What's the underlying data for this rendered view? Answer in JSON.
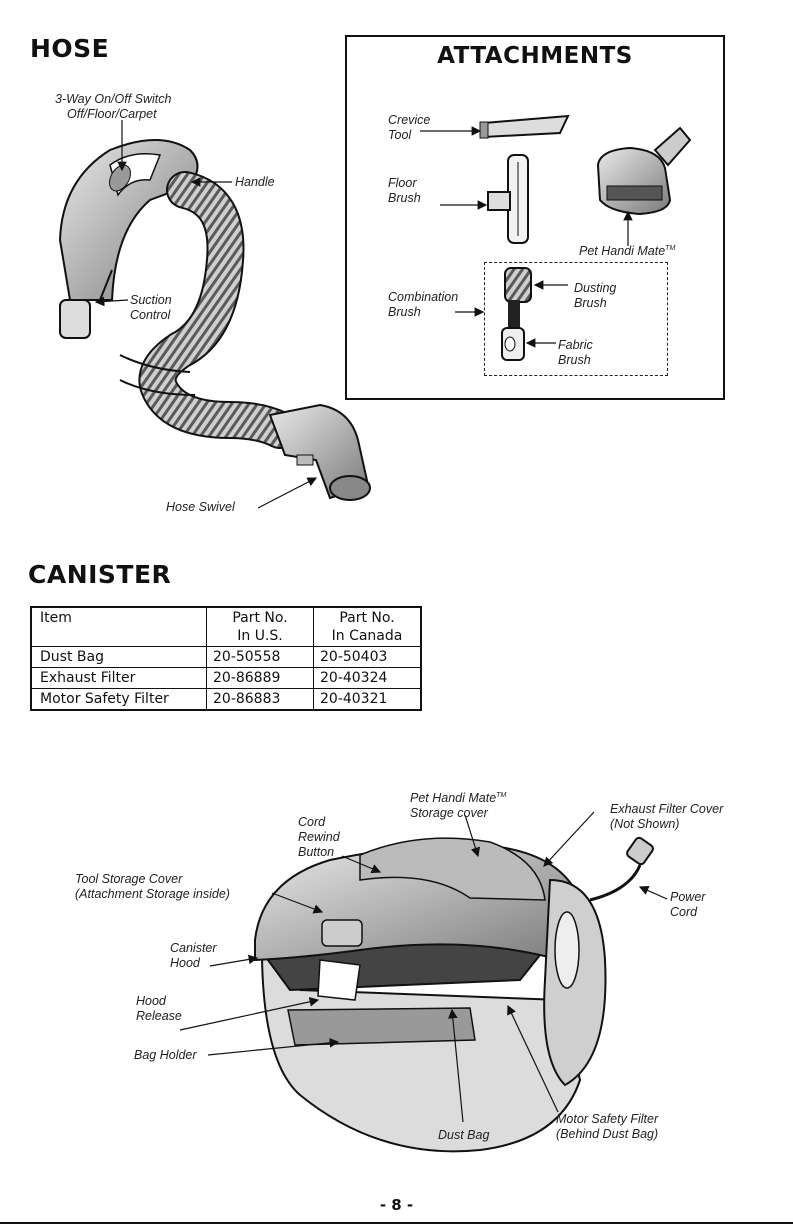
{
  "hose": {
    "heading": "HOSE",
    "switch_label_1": "3-Way On/Off Switch",
    "switch_label_2": "Off/Floor/Carpet",
    "handle_label": "Handle",
    "suction_label_1": "Suction",
    "suction_label_2": "Control",
    "swivel_label": "Hose Swivel"
  },
  "attachments": {
    "heading": "ATTACHMENTS",
    "crevice_1": "Crevice",
    "crevice_2": "Tool",
    "floor_1": "Floor",
    "floor_2": "Brush",
    "pet": "Pet Handi Mate",
    "tm": "TM",
    "combo_1": "Combination",
    "combo_2": "Brush",
    "dusting_1": "Dusting",
    "dusting_2": "Brush",
    "fabric_1": "Fabric",
    "fabric_2": "Brush"
  },
  "canister": {
    "heading": "CANISTER",
    "table": {
      "headers": [
        [
          "Item",
          ""
        ],
        [
          "Part No.",
          "In U.S."
        ],
        [
          "Part No.",
          "In Canada"
        ]
      ],
      "rows": [
        [
          "Dust Bag",
          "20-50558",
          "20-50403"
        ],
        [
          "Exhaust Filter",
          "20-86889",
          "20-40324"
        ],
        [
          "Motor Safety Filter",
          "20-86883",
          "20-40321"
        ]
      ]
    },
    "labels": {
      "pet_cover_1": "Pet Handi Mate",
      "pet_cover_tm": "TM",
      "pet_cover_2": "Storage cover",
      "exhaust_1": "Exhaust Filter Cover",
      "exhaust_2": "(Not Shown)",
      "cord_1": "Cord",
      "cord_2": "Rewind",
      "cord_3": "Button",
      "tool_1": "Tool Storage Cover",
      "tool_2": "(Attachment Storage inside)",
      "power_1": "Power",
      "power_2": "Cord",
      "hood_1": "Canister",
      "hood_2": "Hood",
      "release_1": "Hood",
      "release_2": "Release",
      "bag_holder": "Bag Holder",
      "motor_1": "Motor Safety Filter",
      "motor_2": "(Behind Dust Bag)",
      "dust_bag": "Dust Bag"
    }
  },
  "page_number": "- 8 -"
}
